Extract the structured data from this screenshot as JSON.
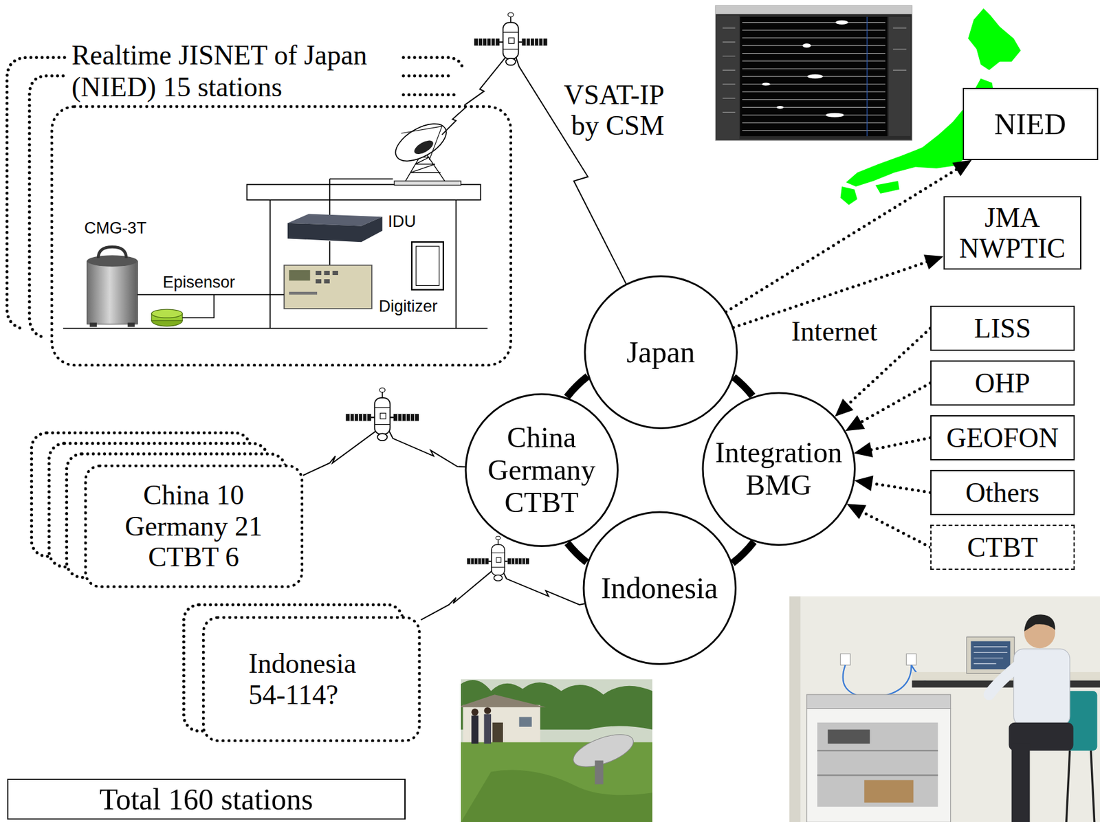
{
  "diagram": {
    "nodes": [
      {
        "text": [
          "Realtime JISNET of Japan (NIED) 15 stations"
        ]
      },
      {
        "text": [
          "Japan"
        ]
      },
      {
        "text": [
          "NIED"
        ]
      },
      {
        "text": [
          "JMA NWPTIC"
        ]
      },
      {
        "text": [
          "China Germany CTBT"
        ]
      },
      {
        "text": [
          "Integration BMG"
        ]
      },
      {
        "text": [
          "LISS"
        ]
      },
      {
        "text": [
          "OHP"
        ]
      },
      {
        "text": [
          "GEOFON"
        ]
      },
      {
        "text": [
          "Others"
        ]
      },
      {
        "text": [
          "CTBT"
        ]
      },
      {
        "text": [
          "China 10 Germany 21 CTBT 6"
        ]
      },
      {
        "text": [
          "Indonesia"
        ]
      },
      {
        "text": [
          "Indonesia 54-114?"
        ]
      },
      {
        "text": [
          "Total 160 stations"
        ]
      }
    ],
    "edges": [
      {
        "from": 0,
        "to": 1,
        "arrow": "none",
        "label": "VSAT-IP by CSM"
      },
      {
        "from": 11,
        "to": 4,
        "arrow": "none"
      },
      {
        "from": 13,
        "to": 12,
        "arrow": "none"
      },
      {
        "from": 1,
        "to": 2,
        "arrow": "to"
      },
      {
        "from": 1,
        "to": 3,
        "arrow": "to"
      },
      {
        "from": 6,
        "to": 5,
        "arrow": "to"
      },
      {
        "from": 7,
        "to": 5,
        "arrow": "to"
      },
      {
        "from": 8,
        "to": 5,
        "arrow": "to"
      },
      {
        "from": 9,
        "to": 5,
        "arrow": "to"
      },
      {
        "from": 10,
        "to": 5,
        "arrow": "to"
      },
      {
        "from": 1,
        "to": 4,
        "arrow": "none"
      },
      {
        "from": 1,
        "to": 5,
        "arrow": "none"
      },
      {
        "from": 5,
        "to": 12,
        "arrow": "none"
      },
      {
        "from": 12,
        "to": 4,
        "arrow": "none"
      }
    ],
    "labels": [
      "CMG-3T",
      "Episensor",
      "IDU",
      "Digitizer",
      "Internet"
    ]
  }
}
